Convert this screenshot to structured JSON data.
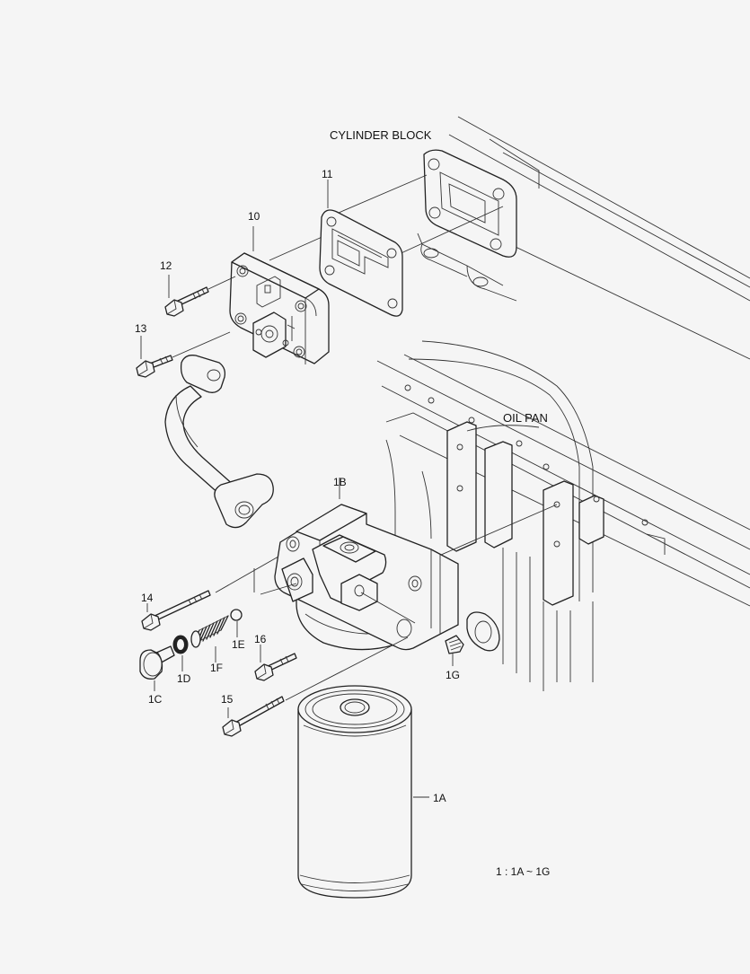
{
  "diagram": {
    "background": "#f5f5f5",
    "line_color": "#222222",
    "labels": {
      "cylinder_block": "CYLINDER BLOCK",
      "oil_pan": "OIL PAN",
      "p10": "10",
      "p11": "11",
      "p12": "12",
      "p13": "13",
      "p14": "14",
      "p15": "15",
      "p16": "16",
      "p1a": "1A",
      "p1b": "1B",
      "p1c": "1C",
      "p1d": "1D",
      "p1e": "1E",
      "p1f": "1F",
      "p1g": "1G",
      "assembly_note": "1 : 1A ~ 1G"
    }
  }
}
